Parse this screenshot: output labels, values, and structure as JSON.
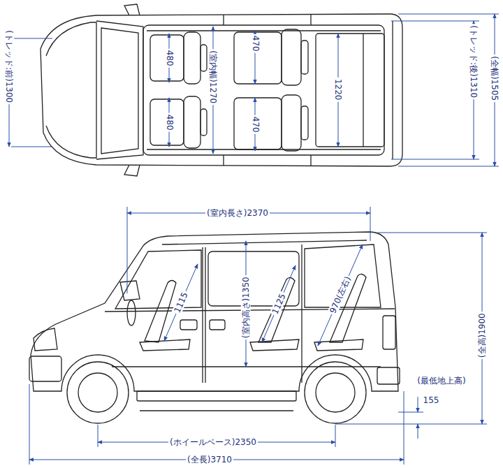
{
  "diagram": {
    "labels": [
      "(トレッド:前)1300",
      "480",
      "480",
      "(室内幅)1270",
      "470",
      "470",
      "1220",
      "(トレッド:後)1310",
      "(全幅)1505",
      "(室内長さ)2370",
      "1115",
      "(室内高さ)1350",
      "1125",
      "970(左右)",
      "(全高)1900",
      "(最低地上高)",
      "155",
      "(ホイールベース)2350",
      "(全長)3710"
    ]
  }
}
